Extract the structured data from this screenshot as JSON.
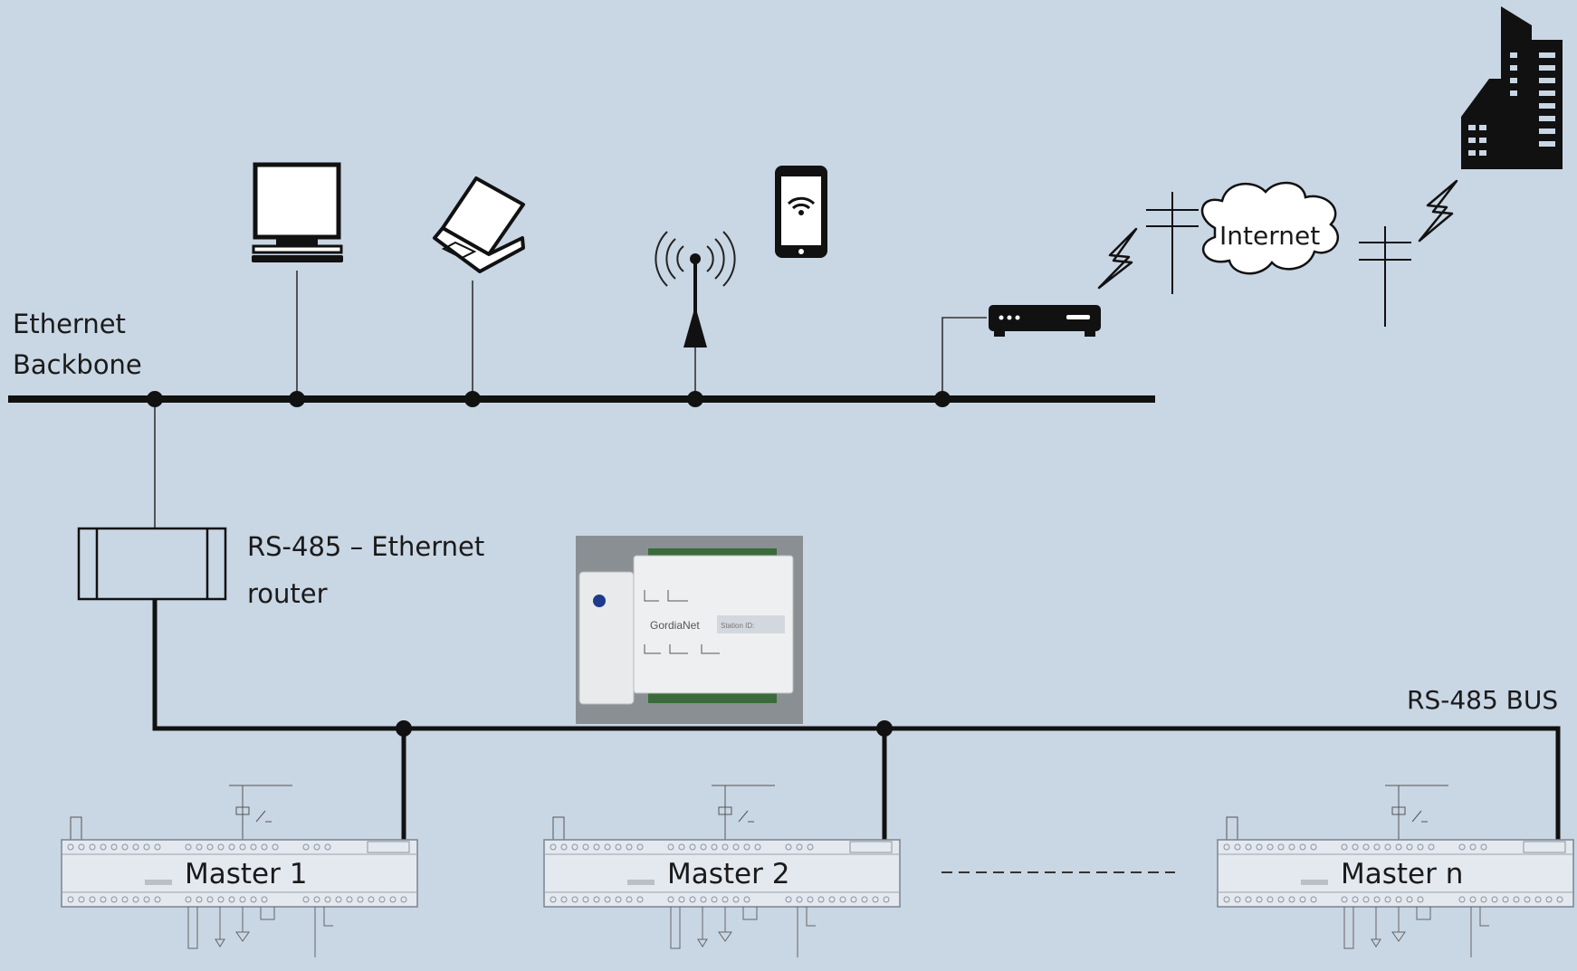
{
  "labels": {
    "ethernet_backbone": [
      "Ethernet",
      "Backbone"
    ],
    "router": [
      "RS-485 – Ethernet",
      "router"
    ],
    "internet": "Internet",
    "rs485_bus": "RS-485 BUS"
  },
  "masters": [
    "Master 1",
    "Master 2",
    "Master n"
  ],
  "device_photo": {
    "brand": "GordiaNet",
    "station_label": "Station ID:"
  },
  "icons": [
    "desktop-computer-icon",
    "laptop-icon",
    "wireless-antenna-icon",
    "smartphone-icon",
    "modem-icon",
    "lightning-icon",
    "utility-pole-icon",
    "cloud-icon",
    "building-icon"
  ],
  "colors": {
    "background": "#c9d6e4",
    "line": "#111111",
    "faint": "#6e7884"
  }
}
